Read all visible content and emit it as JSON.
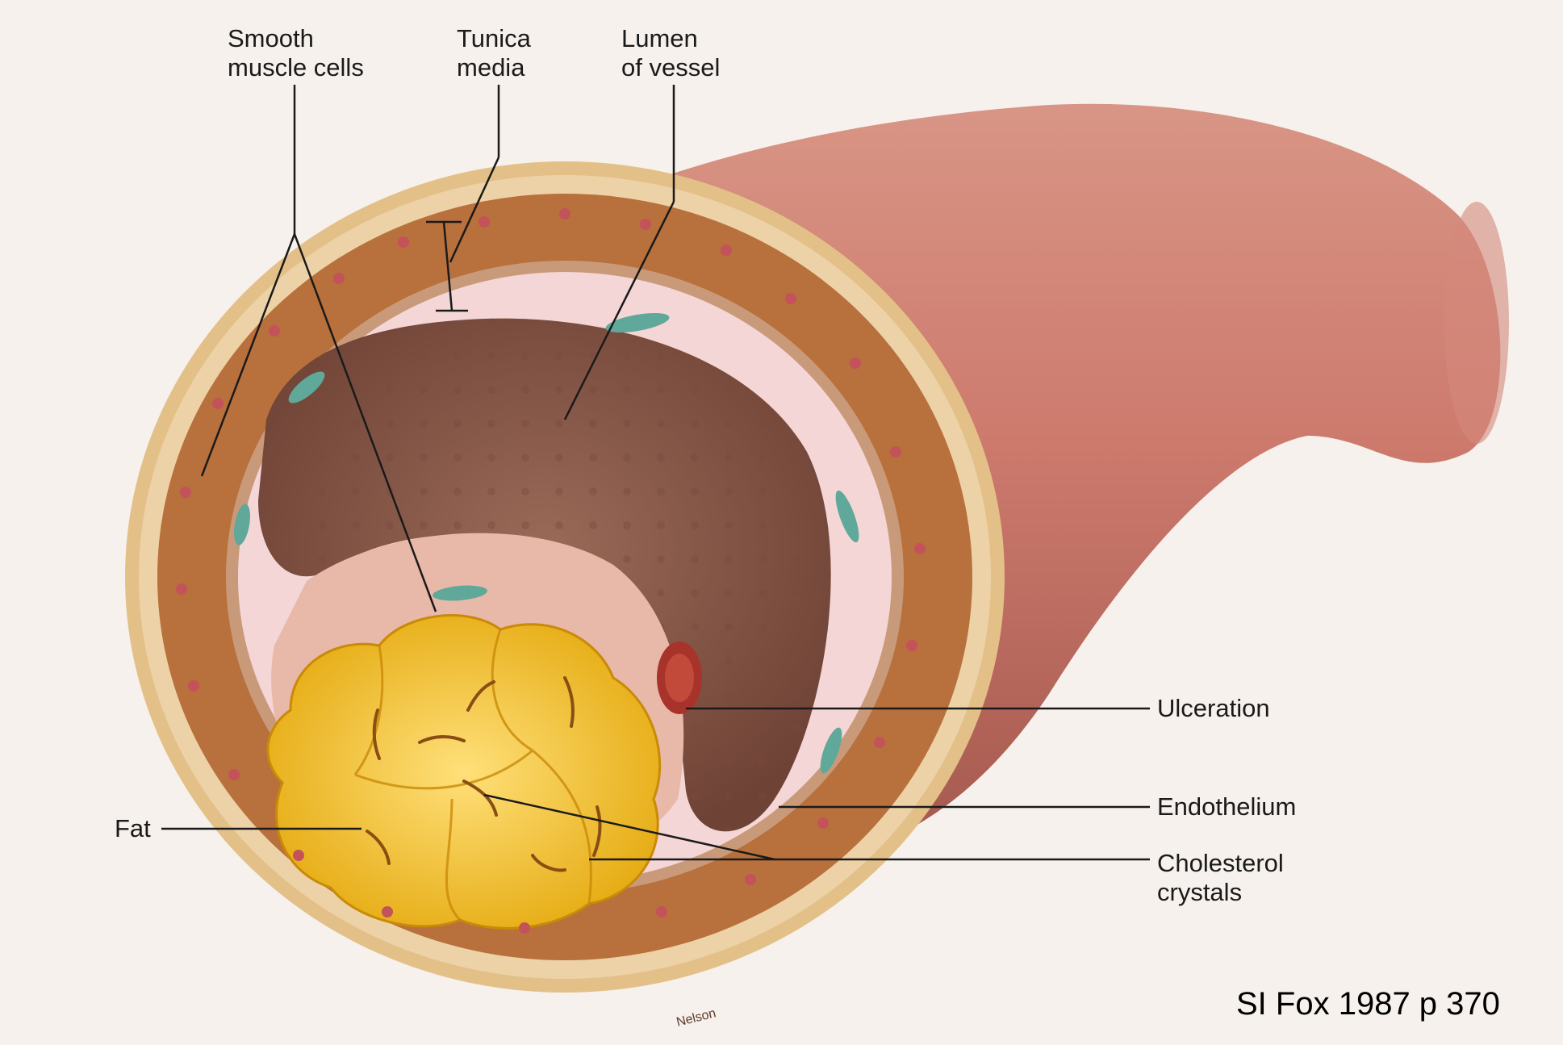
{
  "labels": {
    "smooth_muscle": [
      "Smooth",
      "muscle cells"
    ],
    "tunica_media": [
      "Tunica",
      "media"
    ],
    "lumen": [
      "Lumen",
      "of vessel"
    ],
    "ulceration": "Ulceration",
    "endothelium": "Endothelium",
    "cholesterol": [
      "Cholesterol",
      "crystals"
    ],
    "fat": "Fat"
  },
  "citation": "SI Fox 1987 p 370",
  "signature": "Nelson",
  "colors": {
    "background": "#f6f1ec",
    "vessel_outer": "#cf7f70",
    "muscle_band": "#b8703c",
    "lumen": "#8a5a4a",
    "fat": "#f3c21b",
    "endothelium": "#f4d6d6",
    "teal_cells": "#5fa89a",
    "ulcer": "#a8332a"
  }
}
